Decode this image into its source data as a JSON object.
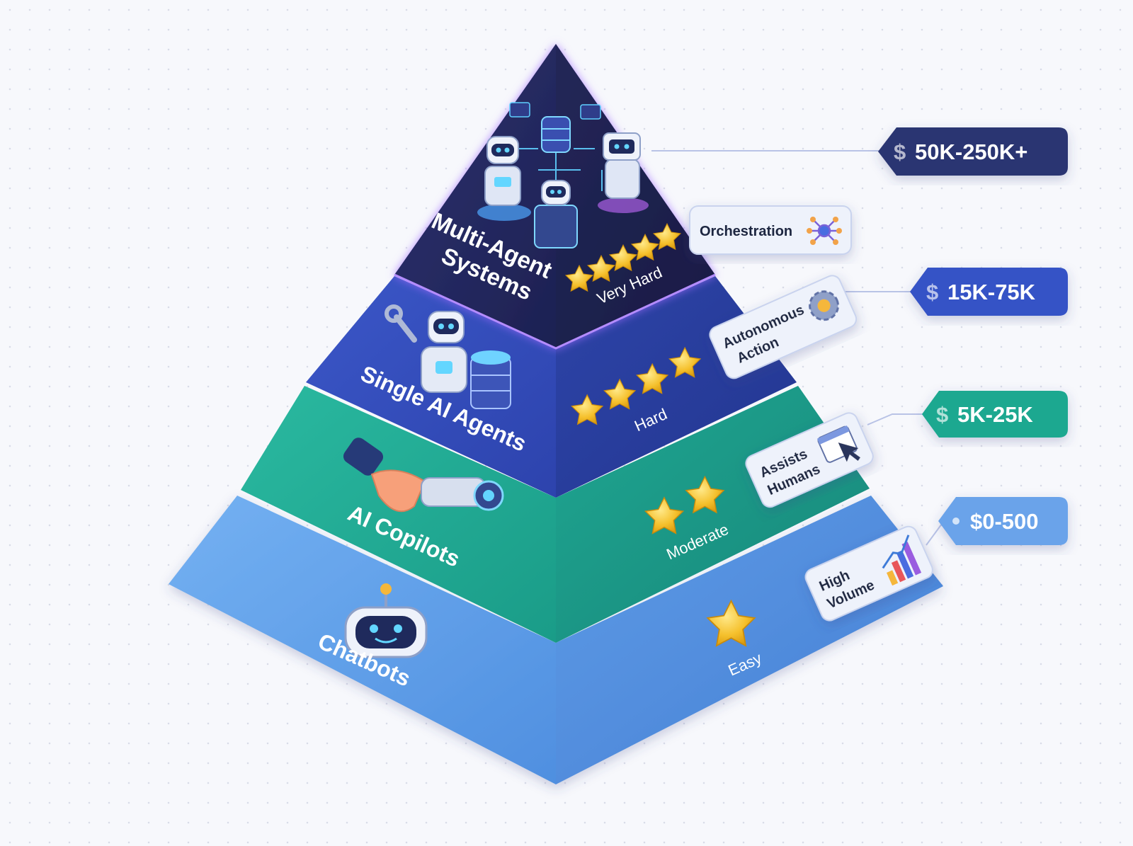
{
  "tiers": [
    {
      "name_lines": [
        "Multi-Agent",
        "Systems"
      ],
      "difficulty": "Very Hard",
      "stars": 5,
      "feature": "Orchestration",
      "feature_icon": "network-hub-icon",
      "price": "$50K-250K+",
      "color": "#252a63"
    },
    {
      "name_lines": [
        "Single AI Agents"
      ],
      "difficulty": "Hard",
      "stars": 4,
      "feature_lines": [
        "Autonomous",
        "Action"
      ],
      "feature_icon": "gear-icon",
      "price": "$15K-75K",
      "color": "#3047b2"
    },
    {
      "name_lines": [
        "AI Copilots"
      ],
      "difficulty": "Moderate",
      "stars": 2,
      "feature_lines": [
        "Assists",
        "Humans"
      ],
      "feature_icon": "cursor-window-icon",
      "price": "$5K-25K",
      "color": "#1ea892"
    },
    {
      "name_lines": [
        "Chatbots"
      ],
      "difficulty": "Easy",
      "stars": 1,
      "feature_lines": [
        "High",
        "Volume"
      ],
      "feature_icon": "bar-chart-icon",
      "price": "$0-500",
      "color": "#5c9be6"
    }
  ],
  "currency_symbol": "$",
  "prices": {
    "multi_agent": "$50K-250K+",
    "single_agent": "$15K-75K",
    "copilot": "$5K-25K",
    "chatbot": "$0-500"
  },
  "names": {
    "multi_agent_1": "Multi-Agent",
    "multi_agent_2": "Systems",
    "single_agent": "Single AI Agents",
    "copilot": "AI Copilots",
    "chatbot": "Chatbots"
  },
  "difficulty": {
    "multi_agent": "Very Hard",
    "single_agent": "Hard",
    "copilot": "Moderate",
    "chatbot": "Easy"
  },
  "features": {
    "multi_agent": "Orchestration",
    "single_agent_1": "Autonomous",
    "single_agent_2": "Action",
    "copilot_1": "Assists",
    "copilot_2": "Humans",
    "chatbot_1": "High",
    "chatbot_2": "Volume"
  }
}
